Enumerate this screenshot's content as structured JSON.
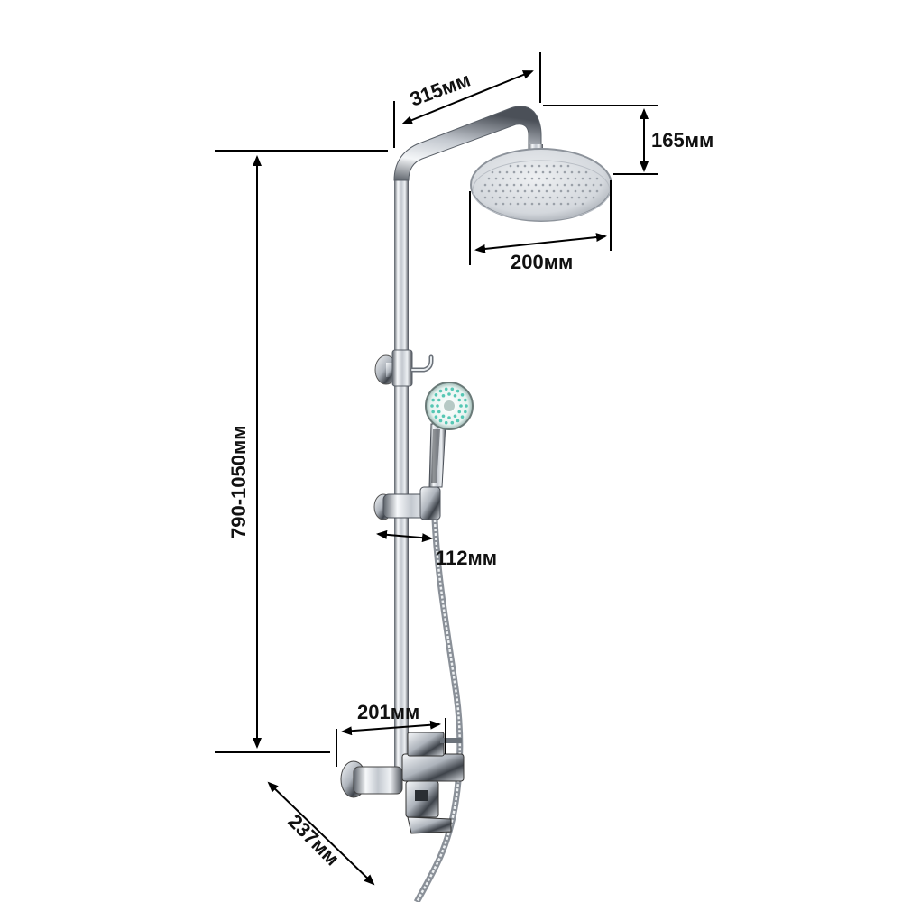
{
  "dimensions": {
    "arm_length": "315мм",
    "head_drop": "165мм",
    "head_diameter": "200мм",
    "total_height": "790-1050мм",
    "slider_width": "112мм",
    "mixer_width": "201мм",
    "mixer_depth": "237мм"
  },
  "colors": {
    "chrome_light": "#f4f6f8",
    "chrome_mid": "#b8bec6",
    "chrome_dark": "#4a5058",
    "nozzle_teal": "#56c7b4",
    "lines": "#000000"
  }
}
